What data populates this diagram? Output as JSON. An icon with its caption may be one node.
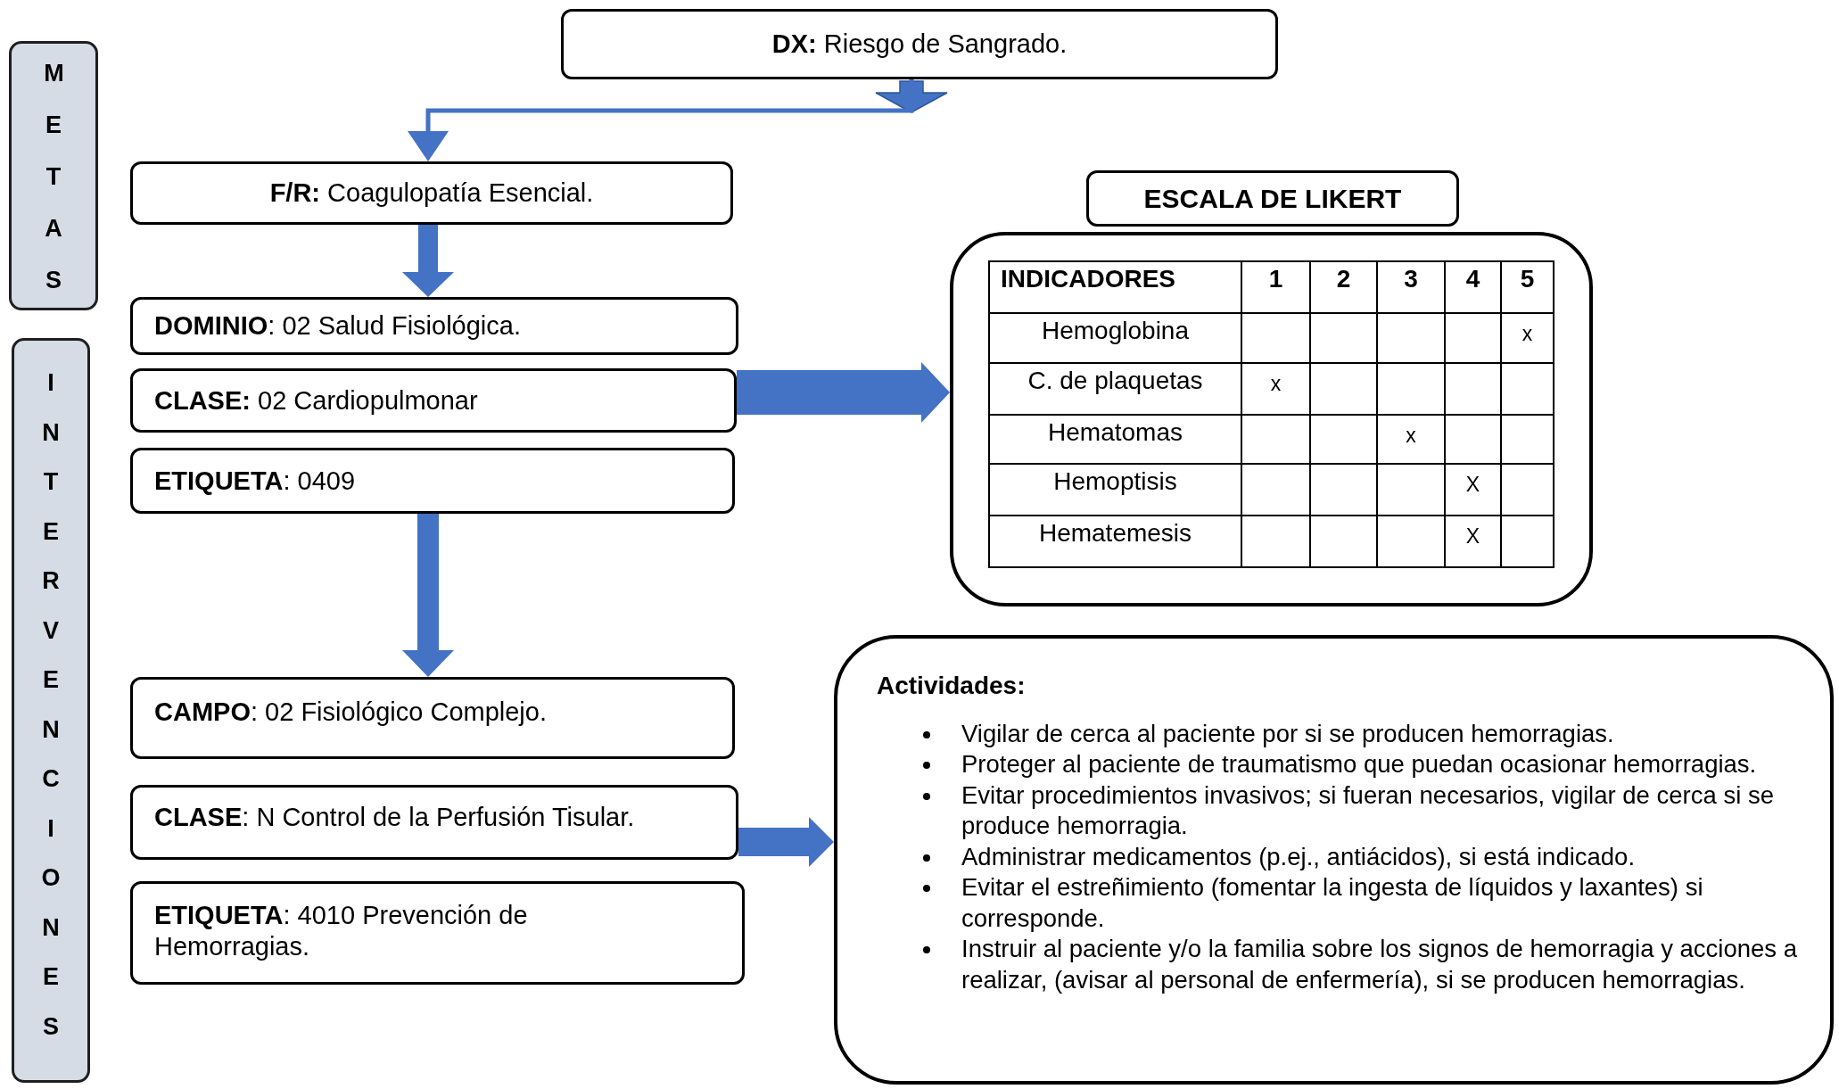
{
  "diagram": {
    "nodes": [
      {
        "text": [
          "METAS"
        ]
      },
      {
        "text": [
          "INTERVENCIONES"
        ]
      },
      {
        "text": [
          "**DX:** Riesgo de Sangrado."
        ]
      },
      {
        "text": [
          "**F/R:** Coagulopatía Esencial."
        ]
      },
      {
        "text": [
          "**DOMINIO**: 02 Salud Fisiológica."
        ]
      },
      {
        "text": [
          "**CLASE:** 02 Cardiopulmonar"
        ]
      },
      {
        "text": [
          "**ETIQUETA**: 0409"
        ]
      },
      {
        "text": [
          "**CAMPO**: 02 Fisiológico Complejo."
        ]
      },
      {
        "text": [
          "**CLASE**: N Control de la Perfusión Tisular."
        ]
      },
      {
        "text": [
          "**ETIQUETA**: 4010 Prevención de Hemorragias."
        ]
      },
      {
        "text": [
          "ESCALA DE LIKERT"
        ]
      },
      {
        "text": [],
        "shape": "box"
      },
      {
        "text": [
          "Actividades:",
          "Vigilar de cerca al paciente por si se producen hemorragias.",
          "Proteger al paciente de traumatismo que puedan ocasionar hemorragias.",
          "Evitar procedimientos invasivos; si fueran necesarios, vigilar de cerca  si se produce hemorragia.",
          "Administrar medicamentos (p.ej., antiácidos), si está indicado.",
          "Evitar el estreñimiento (fomentar la ingesta de líquidos y laxantes) si corresponde.",
          "Instruir al paciente y/o la familia sobre  los signos de hemorragia y acciones a realizar, (avisar al personal de enfermería), si se producen hemorragias."
        ]
      }
    ],
    "edges": [
      {
        "from": 2,
        "to": 3,
        "arrow": "to"
      },
      {
        "from": 3,
        "to": 4,
        "arrow": "to"
      },
      {
        "from": 5,
        "to": 11,
        "arrow": "to",
        "style": "thick"
      },
      {
        "from": 6,
        "to": 7,
        "arrow": "to"
      },
      {
        "from": 8,
        "to": 12,
        "arrow": "to"
      }
    ],
    "labels": [
      "INDICADORES",
      "1",
      "2",
      "3",
      "4",
      "5",
      "Hemoglobina",
      "x",
      "C. de plaquetas",
      "x",
      "Hematomas",
      "x",
      "Hemoptisis",
      "X",
      "Hematemesis",
      "X"
    ]
  }
}
